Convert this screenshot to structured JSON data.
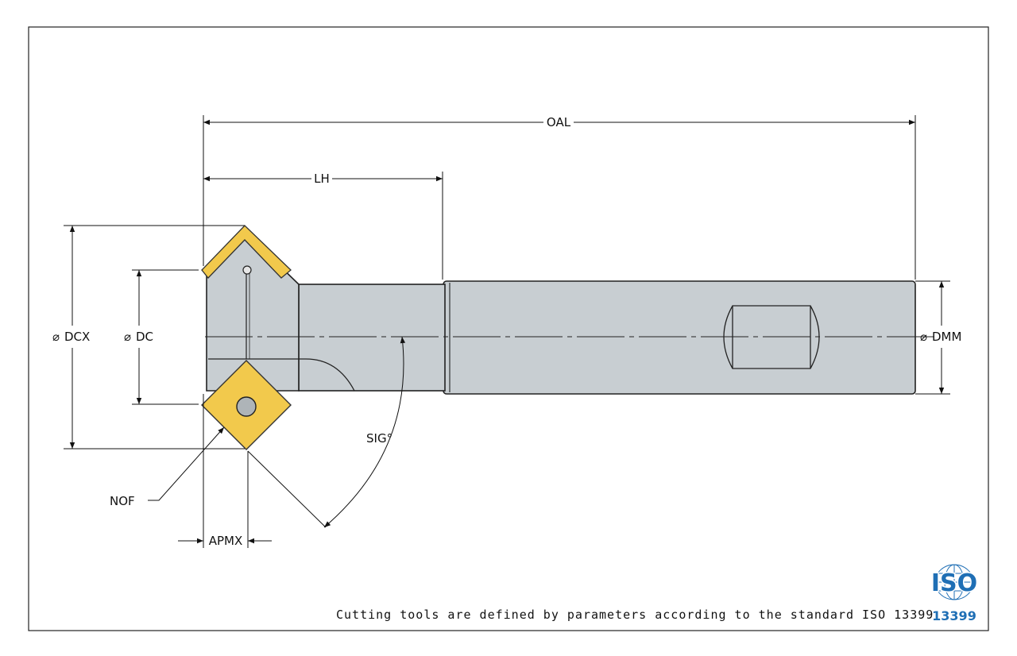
{
  "drawing": {
    "labels": {
      "oal": "OAL",
      "lh": "LH",
      "dcx": "DCX",
      "dc": "DC",
      "dmm": "DMM",
      "sig": "SIG°",
      "nof": "NOF",
      "apmx": "APMX"
    },
    "diameter_symbol": "⌀",
    "footer": "Cutting tools are defined by parameters according to the standard ISO 13399",
    "logo": {
      "top": "ISO",
      "bottom": "13399"
    },
    "colors": {
      "tool_body": "#c8ced2",
      "insert": "#f2c94c",
      "logo_blue": "#1f6fb5",
      "line": "#111111"
    }
  }
}
